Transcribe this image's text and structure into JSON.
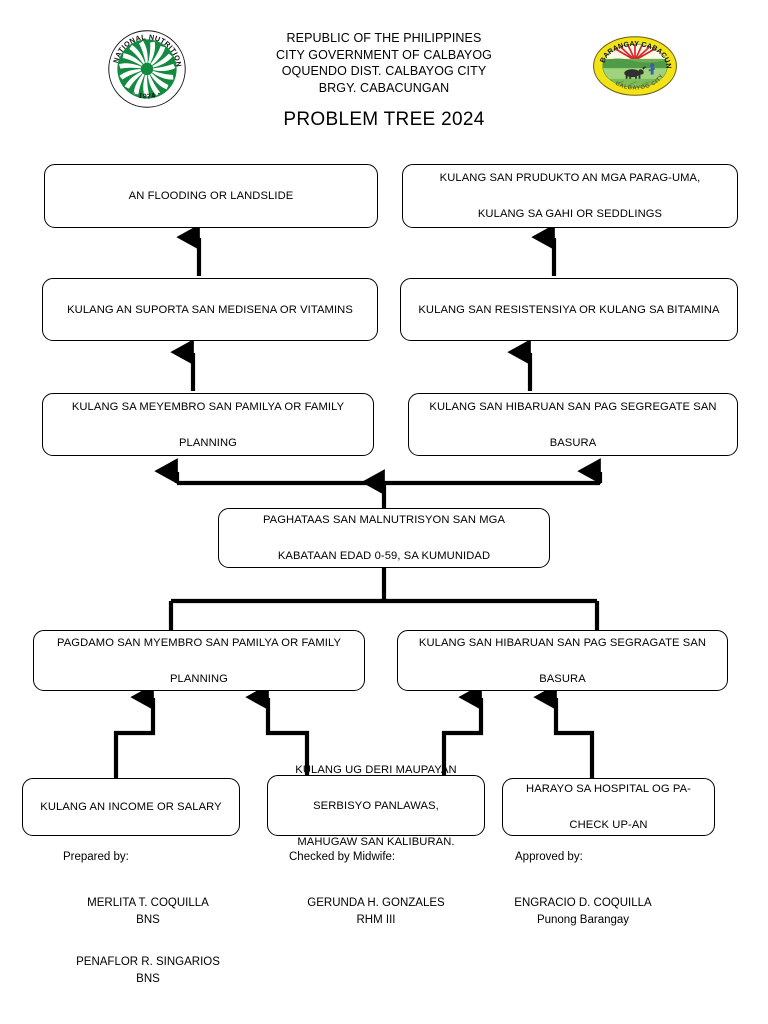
{
  "header": {
    "lines": [
      "REPUBLIC OF THE PHILIPPINES",
      "CITY GOVERNMENT OF CALBAYOG",
      "OQUENDO DIST. CALBAYOG CITY",
      "BRGY. CABACUNGAN"
    ],
    "title": "PROBLEM TREE 2024",
    "logo_left_name": "national-nutrition-council-seal",
    "logo_left_text": "NATIONAL NUTRITION COUNCIL · 1974 ·",
    "logo_right_name": "barangay-cabacungan-seal",
    "logo_right_text_top": "BARANGAY CABACUNGAN",
    "logo_right_text_bottom": "CALBAYOG CITY"
  },
  "colors": {
    "nnc_green": "#128a3f",
    "seal_yellow": "#f2e318",
    "seal_green": "#3f8f3a",
    "seal_red": "#d8262a",
    "line": "#000000"
  },
  "nodes": {
    "effect_top_left": "AN FLOODING OR LANDSLIDE",
    "effect_top_right_l1": "KULANG SAN PRUDUKTO AN MGA PARAG-UMA,",
    "effect_top_right_l2": "KULANG SA GAHI OR SEDDLINGS",
    "effect_mid_left": "KULANG AN SUPORTA SAN MEDISENA OR VITAMINS",
    "effect_mid_right": "KULANG SAN RESISTENSIYA OR KULANG SA BITAMINA",
    "effect_low_left_l1": "KULANG SA MEYEMBRO SAN PAMILYA OR FAMILY",
    "effect_low_left_l2": "PLANNING",
    "effect_low_right_l1": "KULANG SAN HIBARUAN SAN PAG SEGREGATE SAN",
    "effect_low_right_l2": "BASURA",
    "core_problem_l1": "PAGHATAAS SAN MALNUTRISYON SAN MGA",
    "core_problem_l2": "KABATAAN EDAD 0-59, SA KUMUNIDAD",
    "cause_left_l1": "PAGDAMO SAN MYEMBRO SAN PAMILYA OR FAMILY",
    "cause_left_l2": "PLANNING",
    "cause_right_l1": "KULANG SAN HIBARUAN SAN PAG SEGRAGATE SAN",
    "cause_right_l2": "BASURA",
    "root_left": "KULANG AN INCOME OR SALARY",
    "root_mid_l1": "KULANG UG DERI MAUPAYAN",
    "root_mid_l2": "SERBISYO PANLAWAS,",
    "root_mid_l3": "MAHUGAW SAN KALIBURAN.",
    "root_right_l1": "HARAYO SA HOSPITAL OG PA-",
    "root_right_l2": "CHECK UP-AN"
  },
  "signatures": {
    "prepared_label": "Prepared by:",
    "checked_label": "Checked by Midwife:",
    "approved_label": "Approved by:",
    "prepared_name_1": "MERLITA T. COQUILLA",
    "prepared_role_1": "BNS",
    "prepared_name_2": "PENAFLOR R. SINGARIOS",
    "prepared_role_2": "BNS",
    "checked_name": "GERUNDA H. GONZALES",
    "checked_role": "RHM III",
    "approved_name": "ENGRACIO D. COQUILLA",
    "approved_role": "Punong Barangay"
  }
}
